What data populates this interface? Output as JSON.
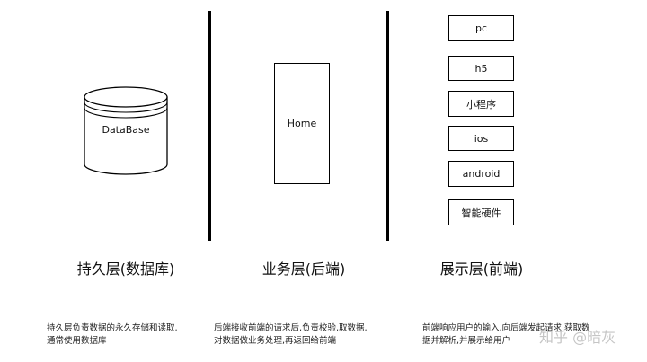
{
  "persistence": {
    "cylinder_label": "DataBase",
    "title": "持久层(数据库)",
    "description": "持久层负责数据的永久存储和读取,通常使用数据库"
  },
  "business": {
    "box_label": "Home",
    "title": "业务层(后端)",
    "description": "后端接收前端的请求后,负责校验,取数据,对数据做业务处理,再返回给前端"
  },
  "presentation": {
    "clients": [
      "pc",
      "h5",
      "小程序",
      "ios",
      "android",
      "智能硬件"
    ],
    "title": "展示层(前端)",
    "description": "前端响应用户的输入,向后端发起请求,获取数据并解析,并展示给用户"
  },
  "watermark": "知乎 @暗灰"
}
